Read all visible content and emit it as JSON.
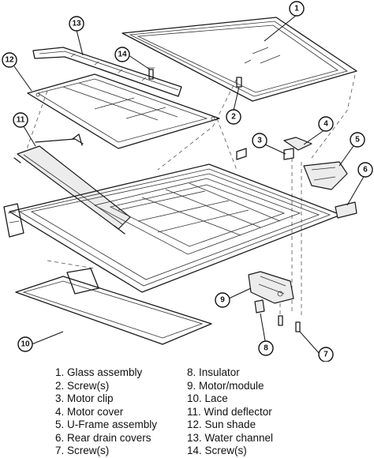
{
  "callouts": [
    "1",
    "2",
    "3",
    "4",
    "5",
    "6",
    "7",
    "8",
    "9",
    "10",
    "11",
    "12",
    "13",
    "14"
  ],
  "legend": {
    "left": [
      "1. Glass assembly",
      "2. Screw(s)",
      "3. Motor clip",
      "4. Motor cover",
      "5. U-Frame assembly",
      "6. Rear drain covers",
      "7. Screw(s)"
    ],
    "right": [
      "8. Insulator",
      "9. Motor/module",
      "10. Lace",
      "11. Wind deflector",
      "12. Sun shade",
      "13. Water channel",
      "14. Screw(s)"
    ]
  }
}
